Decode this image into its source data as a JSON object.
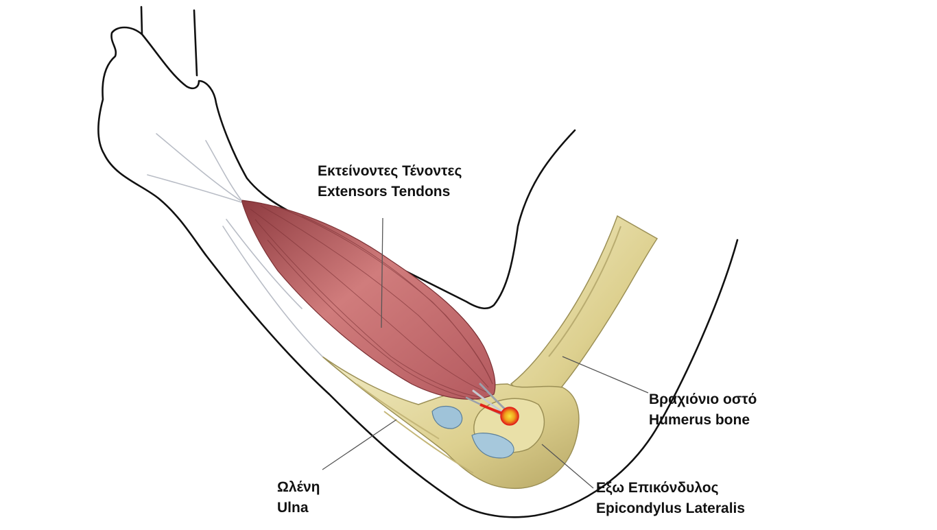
{
  "labels": {
    "extensors": {
      "greek": "Εκτείνοντες Τένοντες",
      "english": "Extensors Tendons"
    },
    "humerus": {
      "greek": "Βραχιόνιο οστό",
      "english": "Humerus bone"
    },
    "ulna": {
      "greek": "Ωλένη",
      "english": "Ulna"
    },
    "epicondyle": {
      "greek": "Εξω Επικόνδυλος",
      "english": "Epicondylus Lateralis"
    }
  },
  "colors": {
    "outline": "#111111",
    "muscle": "#c4676a",
    "muscle_fiber": "#7a2f33",
    "tendon": "#c9ccd3",
    "bone": "#e6dca6",
    "bone_shadow": "#9b8f55",
    "cartilage": "#9fc3d9",
    "pain_point": "#e2231a",
    "pain_core": "#f4d21a",
    "leader_line": "#555555"
  }
}
